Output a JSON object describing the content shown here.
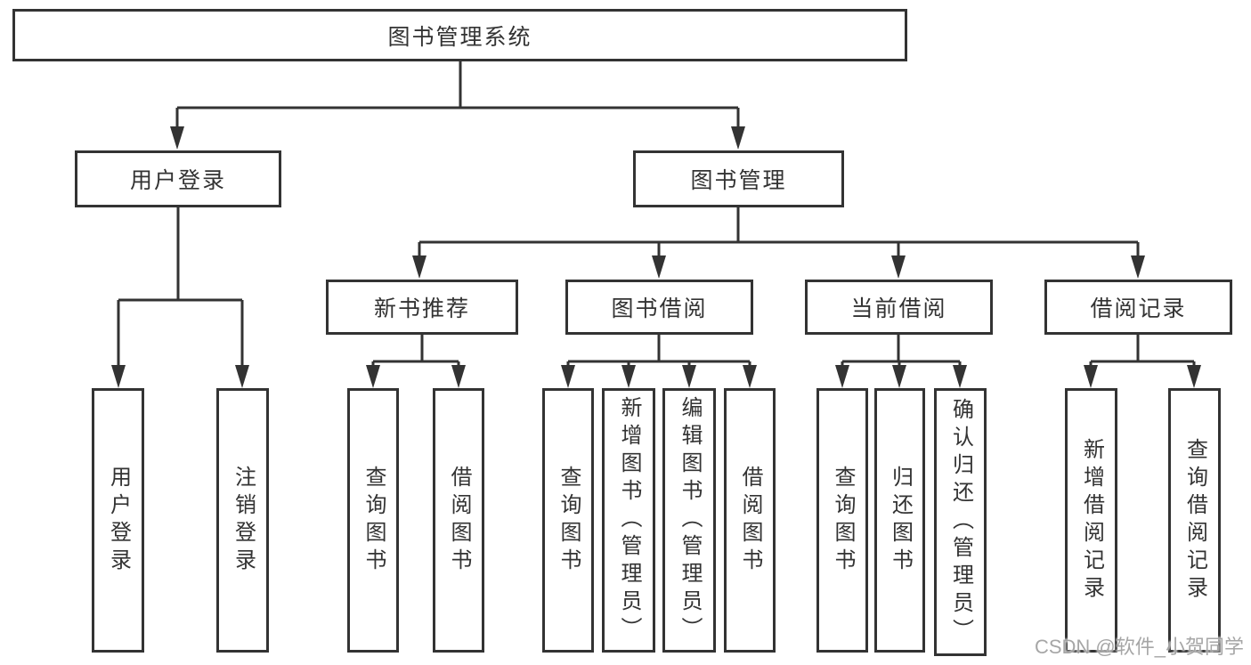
{
  "diagram": {
    "root": {
      "label": "图书管理系统"
    },
    "level1": [
      "用户登录",
      "图书管理"
    ],
    "level2": [
      "新书推荐",
      "图书借阅",
      "当前借阅",
      "借阅记录"
    ],
    "leaves": {
      "user_login": [
        "用户登录",
        "注销登录"
      ],
      "new_books": [
        "查询图书",
        "借阅图书"
      ],
      "book_borrow": [
        "查询图书",
        "新增图书（管理员）",
        "编辑图书（管理员）",
        "借阅图书"
      ],
      "current_borrow": [
        "查询图书",
        "归还图书",
        "确认归还（管理员）"
      ],
      "borrow_records": [
        "新增借阅记录",
        "查询借阅记录"
      ]
    },
    "watermark": "CSDN @软件_小贺同学",
    "colors": {
      "line": "#333333",
      "text": "#333333",
      "background": "#ffffff",
      "watermark": "#9e9e9e"
    }
  }
}
